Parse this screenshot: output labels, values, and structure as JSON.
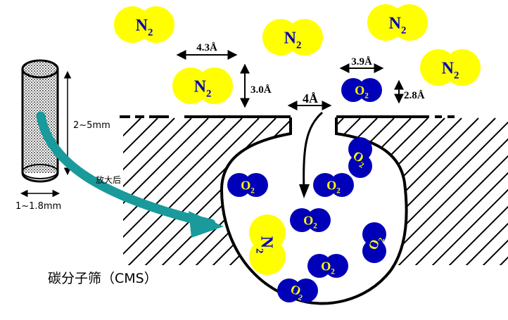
{
  "molecules": {
    "n2_label": "N",
    "n2_sub": "2",
    "o2_label": "O",
    "o2_sub": "2"
  },
  "dimensions": {
    "n2_width": "4.3Å",
    "n2_height": "3.0Å",
    "o2_width": "3.9Å",
    "o2_height": "2.8Å",
    "pore_width": "4Å"
  },
  "cylinder": {
    "length": "2~5mm",
    "diameter": "1~1.8mm",
    "magnify_label": "放大后"
  },
  "caption": "碳分子筛（CMS）",
  "colors": {
    "n2_fill": "#ffff00",
    "o2_fill": "#0000b8",
    "n2_text": "#0000b8",
    "o2_text": "#ffff00",
    "arrow_teal": "#1a9a9a"
  }
}
